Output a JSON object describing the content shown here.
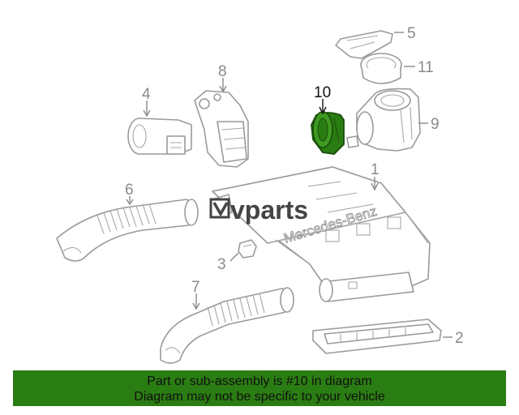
{
  "callouts": [
    "1",
    "2",
    "3",
    "4",
    "5",
    "6",
    "7",
    "8",
    "9",
    "10",
    "11"
  ],
  "highlighted_part": "10",
  "watermark": "vparts",
  "brand_text": "Mercedes-Benz",
  "banner": {
    "line1": "Part or sub-assembly is #10 in diagram",
    "line2": "Diagram may not be specific to your vehicle"
  },
  "colors": {
    "banner": "#2a7d12",
    "highlight": "#2a7d12",
    "line_art": "#9a9a9a"
  }
}
